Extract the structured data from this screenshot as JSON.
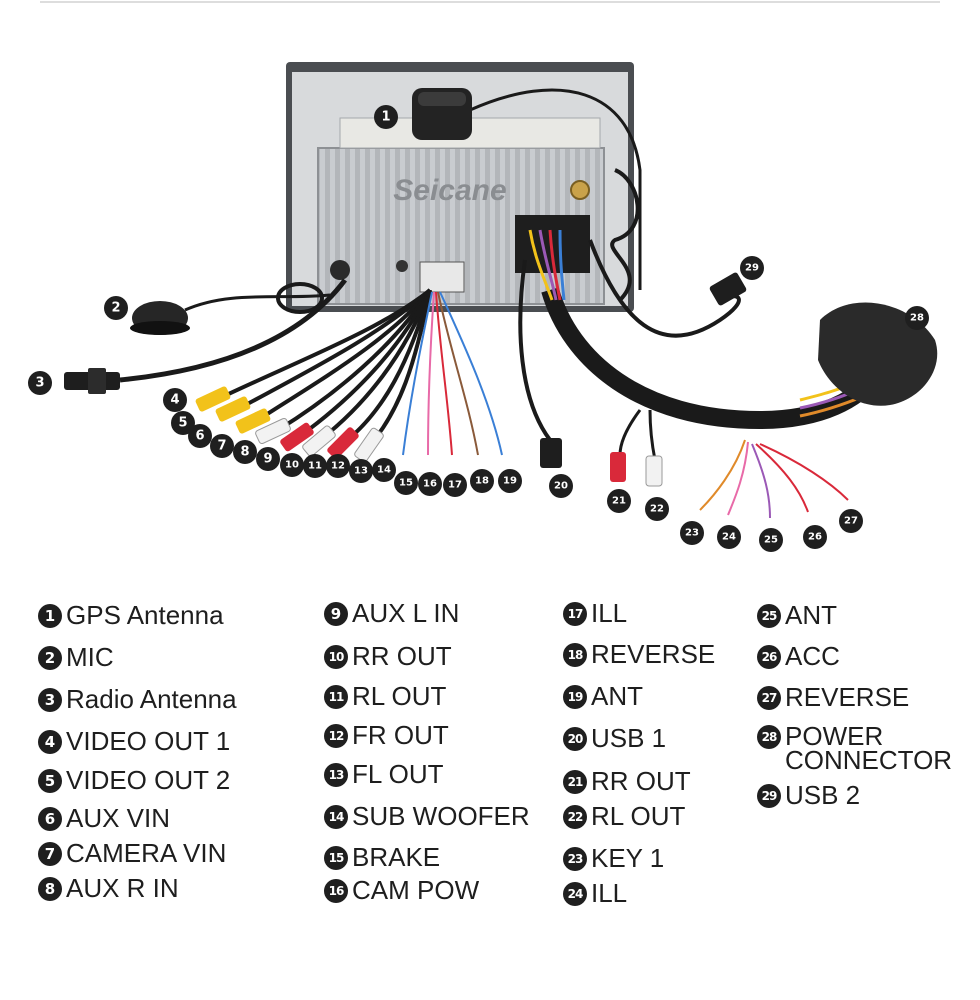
{
  "brand_watermark": "Seicane",
  "colors": {
    "badge": "#1f1f1f",
    "text": "#1e1e1e",
    "unit_silver": "#b8bbbf",
    "rca_yellow": "#f2c21a",
    "rca_red": "#d9293a",
    "rca_white": "#f2f2f2",
    "wire_blue": "#3a7fd6",
    "wire_pink": "#e86aa8",
    "foam": "#2a2a2a"
  },
  "icons": [
    "gps-antenna-icon",
    "mic-icon",
    "usb-plug-icon",
    "rca-plug-icon",
    "power-connector-icon"
  ],
  "legend": [
    {
      "num": "1",
      "label": "GPS Antenna"
    },
    {
      "num": "2",
      "label": "MIC"
    },
    {
      "num": "3",
      "label": "Radio Antenna"
    },
    {
      "num": "4",
      "label": "VIDEO OUT 1"
    },
    {
      "num": "5",
      "label": "VIDEO OUT 2"
    },
    {
      "num": "6",
      "label": "AUX VIN"
    },
    {
      "num": "7",
      "label": "CAMERA VIN"
    },
    {
      "num": "8",
      "label": "AUX R IN"
    },
    {
      "num": "9",
      "label": "AUX L IN"
    },
    {
      "num": "10",
      "label": "RR OUT"
    },
    {
      "num": "11",
      "label": "RL OUT"
    },
    {
      "num": "12",
      "label": "FR OUT"
    },
    {
      "num": "13",
      "label": "FL OUT"
    },
    {
      "num": "14",
      "label": "SUB WOOFER"
    },
    {
      "num": "15",
      "label": "BRAKE"
    },
    {
      "num": "16",
      "label": "CAM POW"
    },
    {
      "num": "17",
      "label": "ILL"
    },
    {
      "num": "18",
      "label": "REVERSE"
    },
    {
      "num": "19",
      "label": "ANT"
    },
    {
      "num": "20",
      "label": "USB 1"
    },
    {
      "num": "21",
      "label": "RR OUT"
    },
    {
      "num": "22",
      "label": "RL OUT"
    },
    {
      "num": "23",
      "label": "KEY 1"
    },
    {
      "num": "24",
      "label": "ILL"
    },
    {
      "num": "25",
      "label": "ANT"
    },
    {
      "num": "26",
      "label": "ACC"
    },
    {
      "num": "27",
      "label": "REVERSE"
    },
    {
      "num": "28",
      "label": "POWER\nCONNECTOR"
    },
    {
      "num": "29",
      "label": "USB 2"
    }
  ]
}
